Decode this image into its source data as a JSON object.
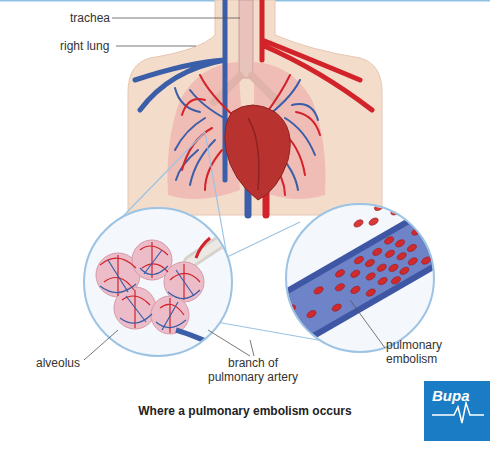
{
  "diagram": {
    "caption": "Where a pulmonary embolism occurs",
    "nodes": [
      {
        "text": [
          "Bupa"
        ]
      }
    ],
    "labels": [
      "trachea",
      "right lung",
      "alveolus",
      "branch of pulmonary artery",
      "pulmonary embolism"
    ]
  }
}
